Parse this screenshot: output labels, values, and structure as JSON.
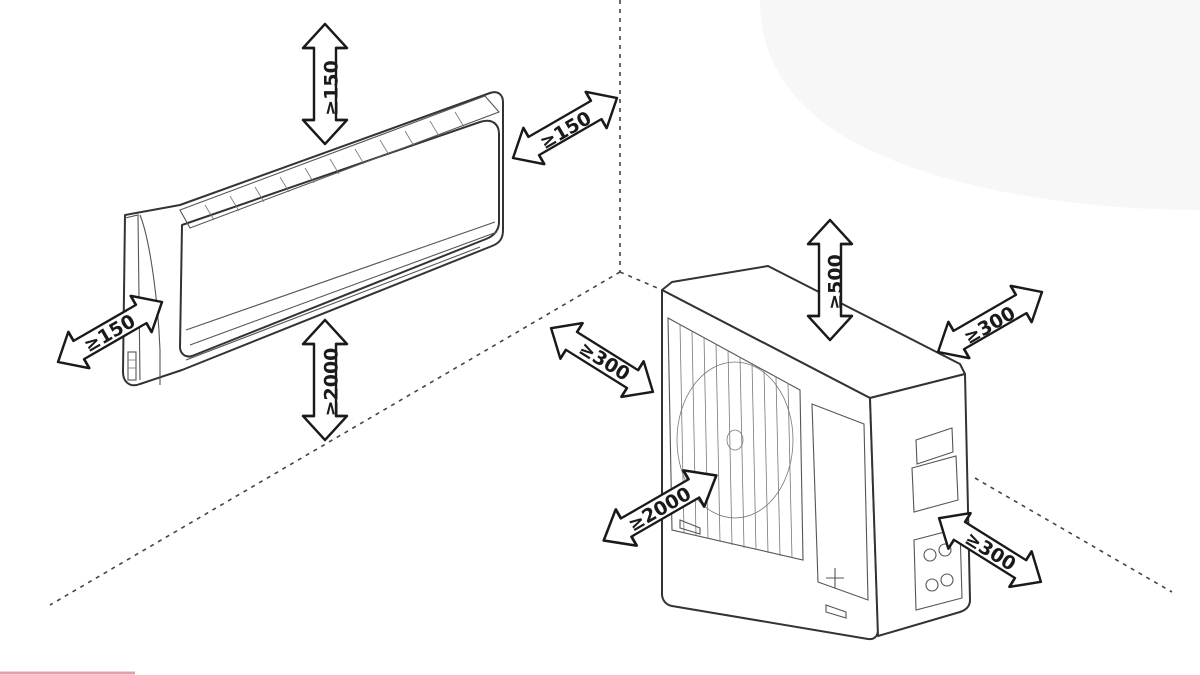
{
  "dimensions": {
    "indoor_top": "≥150",
    "indoor_side_wall": "≥150",
    "indoor_left": "≥150",
    "indoor_below": "≥2000",
    "outdoor_top": "≥500",
    "outdoor_back": "≥300",
    "outdoor_left": "≥300",
    "outdoor_right": "≥300",
    "outdoor_front": "≥2000"
  },
  "colors": {
    "line": "#333333",
    "accent_line": "#e8a0a8"
  }
}
